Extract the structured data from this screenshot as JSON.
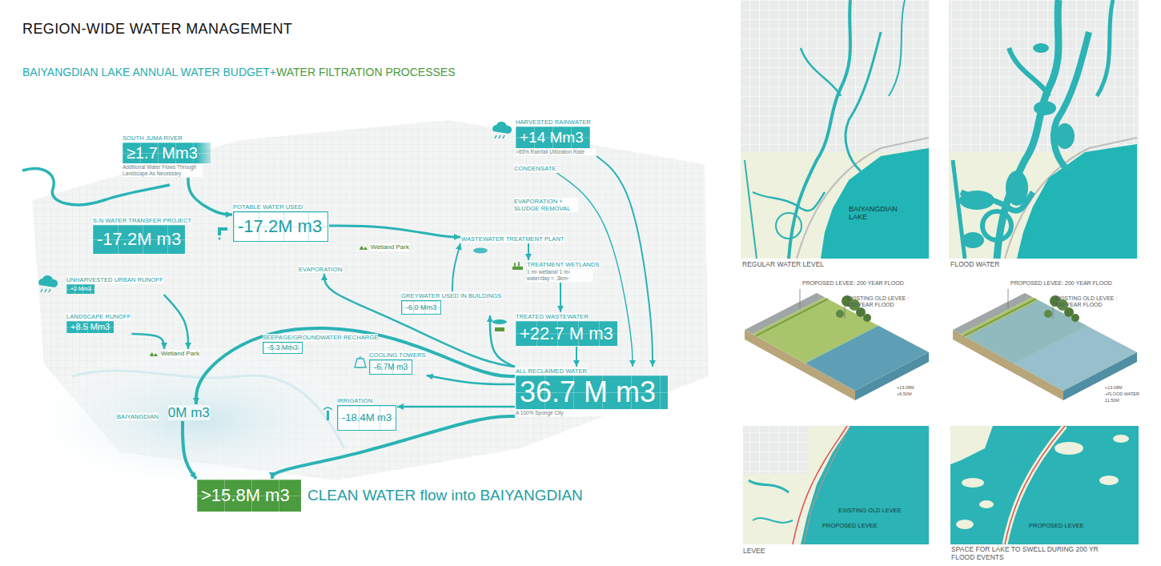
{
  "diagram": {
    "title": "REGION-WIDE WATER MANAGEMENT",
    "nodes": [
      {
        "text": [
          "SOUTH JUMA RIVER",
          "≥1.7 Mm3",
          "Additional Water Flows Through Landscape As Necessary"
        ]
      },
      {
        "text": [
          "S-N WATER TRANSFER PROJECT",
          "-17.2M m3"
        ]
      },
      {
        "text": [
          "POTABLE WATER USED",
          "-17.2M m3"
        ]
      },
      {
        "text": [
          "UNHARVESTED URBAN RUNOFF",
          "+2 Mm3"
        ]
      },
      {
        "text": [
          "LANDSCAPE RUNOFF",
          "+8.5 Mm3"
        ]
      },
      {
        "text": [
          "Wetland Park"
        ]
      },
      {
        "text": [
          "Wetland Park"
        ]
      },
      {
        "text": [
          "EVAPORATION"
        ]
      },
      {
        "text": [
          "SEEPAGE/GROUNDWATER RECHARGE",
          "-5.3 Mm3"
        ]
      },
      {
        "text": [
          "GREYWATER USED IN BUILDINGS",
          "-6.0 Mm3"
        ]
      },
      {
        "text": [
          "COOLING TOWERS",
          "-6.7M m3"
        ]
      },
      {
        "text": [
          "IRRIGATION",
          "-18.4M m3"
        ]
      },
      {
        "text": [
          "BAIYANGDIAN",
          "0M m3"
        ]
      },
      {
        "text": [
          "HARVESTED RAINWATER",
          "+14 Mm3",
          ">85% Rainfall Utilization Rate"
        ]
      },
      {
        "text": [
          "CONDENSATE"
        ]
      },
      {
        "text": [
          "EVAPORATION + SLUDGE REMOVAL"
        ]
      },
      {
        "text": [
          "WASTEWATER TREATMENT PLANT"
        ]
      },
      {
        "text": [
          "TREATMENT WETLANDS",
          "1 m² wetland/ 1 m³ water/day = .3km²"
        ]
      },
      {
        "text": [
          "TREATED WASTEWATER",
          "+22.7 M m3"
        ]
      },
      {
        "text": [
          "ALL RECLAIMED WATER",
          "36.7 M m3",
          "A 100% Sponge City"
        ]
      },
      {
        "text": [
          ">15.8M m3",
          "CLEAN WATER flow into BAIYANGDIAN"
        ]
      }
    ],
    "edges": [
      {
        "from": 0,
        "to": 2,
        "arrow": "to"
      },
      {
        "from": 2,
        "to": 16,
        "arrow": "to"
      },
      {
        "from": 16,
        "to": 17,
        "arrow": "to"
      },
      {
        "from": 17,
        "to": 18,
        "arrow": "to"
      },
      {
        "from": 18,
        "to": 19,
        "arrow": "to"
      },
      {
        "from": 13,
        "to": 19,
        "arrow": "to"
      },
      {
        "from": 14,
        "to": 19,
        "arrow": "to"
      },
      {
        "from": 9,
        "to": 16,
        "arrow": "to"
      },
      {
        "from": 19,
        "to": 9,
        "arrow": "to"
      },
      {
        "from": 19,
        "to": 10,
        "arrow": "to"
      },
      {
        "from": 19,
        "to": 11,
        "arrow": "to"
      },
      {
        "from": 19,
        "to": 7,
        "arrow": "to"
      },
      {
        "from": 19,
        "to": 12,
        "arrow": "to"
      },
      {
        "from": 19,
        "to": 20,
        "arrow": "to"
      },
      {
        "from": 3,
        "to": 6,
        "arrow": "to"
      },
      {
        "from": 4,
        "to": 6,
        "arrow": "to"
      },
      {
        "from": 12,
        "to": 20,
        "arrow": "to"
      }
    ],
    "labels": [
      "BAIYANGDIAN LAKE ANNUAL WATER BUDGET+",
      "WATER FILTRATION PROCESSES",
      "BAIYANGDIAN LAKE",
      "REGULAR WATER LEVEL",
      "FLOOD WATER",
      "PROPOSED LEVEE: 200 YEAR FLOOD",
      "EXISTING OLD LEVEE : 100 YEAR FLOOD",
      "+13.08M",
      "+6.50M",
      "PROPOSED LEVEE: 200 YEAR FLOOD",
      "EXISTING OLD LEVEE : 100 YEAR FLOOD",
      "+13.08M",
      "+FLOOD WATER",
      "11.50M",
      "EXISTING OLD LEVEE",
      "PROPOSED LEVEE",
      "LEVEE",
      "PROPOSED LEVEE",
      "SPACE FOR LAKE TO SWELL DURING 200 YR FLOOD EVENTS"
    ]
  }
}
